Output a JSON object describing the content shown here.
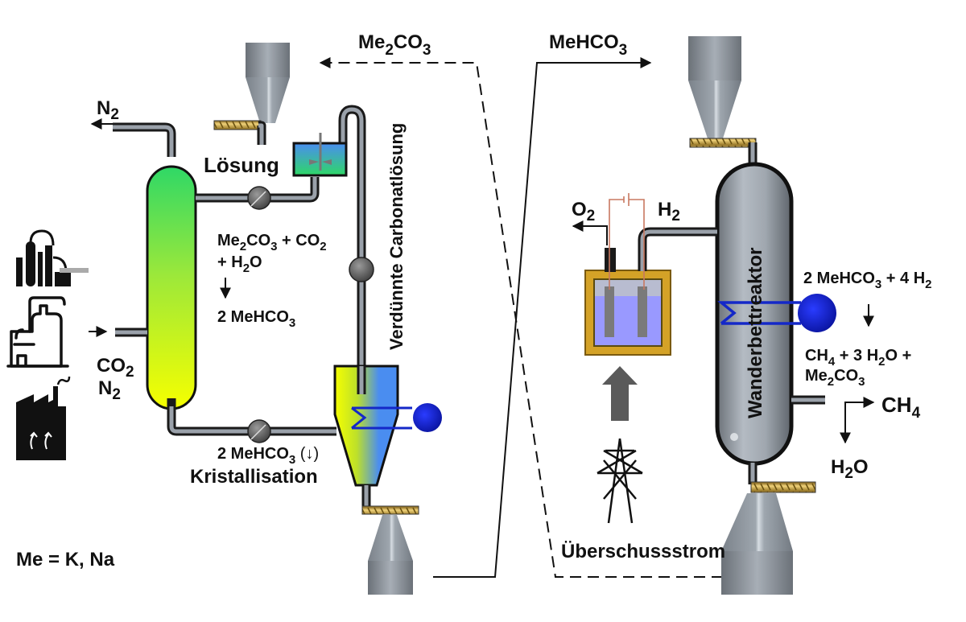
{
  "title": "CO2-Abscheidung mit Carbonat-Kristallisation und Methanisierung im Wanderbettreaktor",
  "labels": {
    "me2co3_top": {
      "main": "Me",
      "sub1": "2",
      "mid": "CO",
      "sub2": "3"
    },
    "mehco3_top": {
      "main": "MeHCO",
      "sub": "3"
    },
    "n2_out": {
      "main": "N",
      "sub": "2"
    },
    "loesung": "Lösung",
    "verduennte": "Verdünnte Carbonatlösung",
    "co2_in": {
      "main": "CO",
      "sub": "2"
    },
    "n2_in": {
      "main": "N",
      "sub": "2"
    },
    "absorption_reaction": {
      "line1": {
        "a": "Me",
        "a_sub": "2",
        "b": "CO",
        "b_sub": "3",
        "c": " + CO",
        "c_sub": "2"
      },
      "line2": {
        "a": "+ H",
        "a_sub": "2",
        "b": "O"
      },
      "arrow": "↓",
      "line3": {
        "a": "2 MeHCO",
        "a_sub": "3"
      }
    },
    "crystallization": {
      "line1": {
        "a": "2 MeHCO",
        "a_sub": "3",
        "b": " (↓)"
      },
      "line2": "Kristallisation"
    },
    "me_definition": "Me = K, Na",
    "o2_out": {
      "main": "O",
      "sub": "2"
    },
    "h2_out": {
      "main": "H",
      "sub": "2"
    },
    "wanderbettreaktor": "Wanderbettreaktor",
    "methanation_reaction": {
      "line1": {
        "a": "2 MeHCO",
        "a_sub": "3",
        "b": " + 4 H",
        "b_sub": "2"
      },
      "arrow": "↓",
      "line2": {
        "a": "CH",
        "a_sub": "4",
        "b": " + 3 H",
        "b_sub": "2",
        "c": "O +"
      },
      "line3": {
        "a": "Me",
        "a_sub": "2",
        "b": "CO",
        "b_sub": "3"
      }
    },
    "ch4_out": {
      "main": "CH",
      "sub": "4"
    },
    "h2o_out": {
      "main": "H",
      "sub": "2",
      "tail": "O"
    },
    "ueberschussstrom": "Überschussstrom"
  },
  "components": [
    {
      "id": "absorber",
      "name": "Absorber column",
      "gradient": [
        "#2fd866",
        "#f6ff00"
      ]
    },
    {
      "id": "dissolver",
      "name": "Dissolving tank with stirrer",
      "gradient": [
        "#4a8df0",
        "#2fd866"
      ]
    },
    {
      "id": "crystallizer",
      "name": "Crystallizer",
      "gradient": [
        "#f6ff00",
        "#4a8df0"
      ]
    },
    {
      "id": "electrolyzer",
      "name": "Electrolyzer",
      "frame": "#d4a227",
      "liquid": "#9999ff"
    },
    {
      "id": "reactor",
      "name": "Moving bed reactor"
    },
    {
      "id": "hopper_left_top",
      "name": "Me2CO3 hopper"
    },
    {
      "id": "hopper_left_bottom",
      "name": "MeHCO3 collection hopper"
    },
    {
      "id": "hopper_right_top",
      "name": "MeHCO3 hopper"
    },
    {
      "id": "hopper_right_bottom",
      "name": "Me2CO3 collection hopper"
    }
  ],
  "colors": {
    "pipe": "#9aa1aa",
    "cooler": "#1428c8",
    "screw": "#d9b45a",
    "steel": "#8e959c",
    "wire": "#c87860"
  }
}
